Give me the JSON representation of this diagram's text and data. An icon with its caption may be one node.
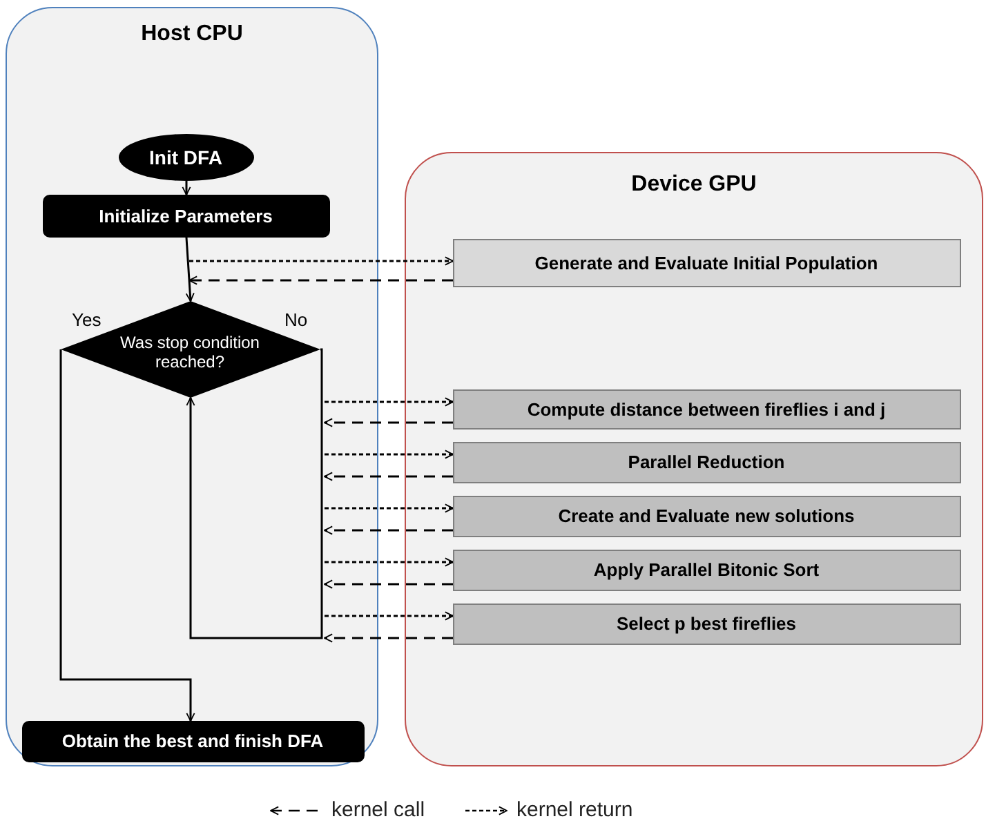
{
  "diagram": {
    "nodes": [
      {
        "text": [
          "Host CPU"
        ]
      },
      {
        "text": [
          "Init DFA"
        ],
        "in": 0
      },
      {
        "text": [
          "Initialize Parameters"
        ],
        "in": 0
      },
      {
        "text": [
          "Was stop condition reached?"
        ],
        "in": 0
      },
      {
        "text": [
          "Obtain the best and finish DFA"
        ],
        "in": 0
      },
      {
        "text": [
          "Device GPU"
        ]
      },
      {
        "text": [
          "Generate and Evaluate Initial Population"
        ],
        "in": 5
      },
      {
        "text": [
          "Compute distance between fireflies i and j"
        ],
        "in": 5
      },
      {
        "text": [
          "Parallel Reduction"
        ],
        "in": 5
      },
      {
        "text": [
          "Create and Evaluate new solutions"
        ],
        "in": 5
      },
      {
        "text": [
          "Apply Parallel Bitonic Sort"
        ],
        "in": 5
      },
      {
        "text": [
          "Select p best fireflies"
        ],
        "in": 5
      }
    ],
    "edges": [
      {
        "from": 1,
        "to": 2,
        "arrow": "to"
      },
      {
        "from": 2,
        "to": 3,
        "arrow": "to"
      },
      {
        "from": 3,
        "to": 4,
        "arrow": "to",
        "label": "Yes"
      },
      {
        "from": 3,
        "to": 3,
        "arrow": "to",
        "label": "No"
      },
      {
        "from": null,
        "to": 6,
        "arrow": "to",
        "style": "dashed"
      },
      {
        "from": 6,
        "to": 3,
        "arrow": "to",
        "style": "dashed"
      },
      {
        "from": null,
        "to": 7,
        "arrow": "to",
        "style": "dashed"
      },
      {
        "from": 7,
        "to": null,
        "arrow": "to",
        "style": "dashed"
      },
      {
        "from": null,
        "to": 8,
        "arrow": "to",
        "style": "dashed"
      },
      {
        "from": 8,
        "to": null,
        "arrow": "to",
        "style": "dashed"
      },
      {
        "from": null,
        "to": 9,
        "arrow": "to",
        "style": "dashed"
      },
      {
        "from": 9,
        "to": null,
        "arrow": "to",
        "style": "dashed"
      },
      {
        "from": null,
        "to": 10,
        "arrow": "to",
        "style": "dashed"
      },
      {
        "from": 10,
        "to": null,
        "arrow": "to",
        "style": "dashed"
      },
      {
        "from": null,
        "to": 11,
        "arrow": "to",
        "style": "dashed"
      },
      {
        "from": 11,
        "to": null,
        "arrow": "to",
        "style": "dashed"
      }
    ],
    "legend": [
      {
        "text": "kernel call"
      },
      {
        "text": "kernel return"
      }
    ]
  }
}
